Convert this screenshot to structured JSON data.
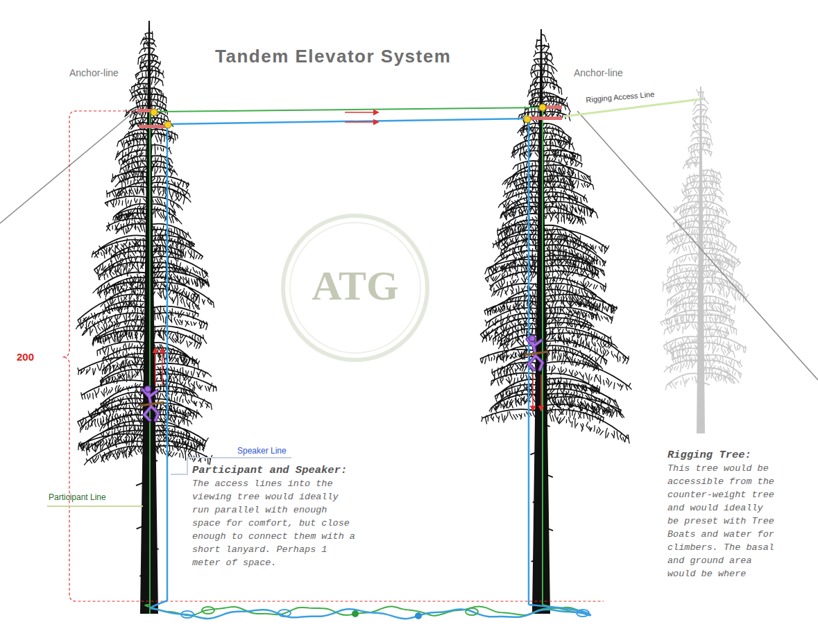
{
  "diagram": {
    "title": "Tandem Elevator System",
    "labels": [
      "Anchor-line",
      "Anchor-line",
      "Rigging Access Line",
      "200",
      "Speaker Line",
      "Participant Line",
      "Participant and Speaker:",
      "The access lines into the viewing tree would ideally run parallel with enough space for comfort, but close enough to connect them with a short lanyard. Perhaps 1 meter of space.",
      "Rigging Tree:",
      "This tree would be accessible from the counter-weight tree and would ideally be preset with Tree Boats and water for climbers. The basal and ground area would be where",
      "ATG"
    ]
  }
}
